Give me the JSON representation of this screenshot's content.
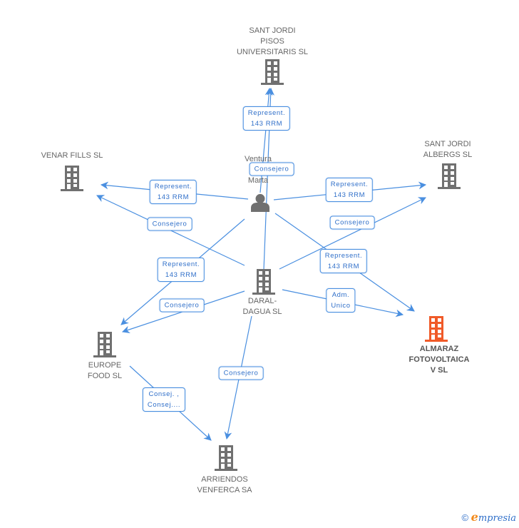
{
  "colors": {
    "edge": "#4a8fe0",
    "node": "#707070",
    "focus_node": "#f05a28",
    "label_text": "#666666"
  },
  "nodes": [
    {
      "id": "sant-jordi-pisos",
      "label": "SANT JORDI\nPISOS\nUNIVERSITARIS SL",
      "type": "company",
      "icon": "building-icon"
    },
    {
      "id": "venar-fills",
      "label": "VENAR FILLS SL",
      "type": "company",
      "icon": "building-icon"
    },
    {
      "id": "ventura",
      "label": "Ventura\nA...\nMarta",
      "type": "person",
      "icon": "person-icon"
    },
    {
      "id": "sant-jordi-albergs",
      "label": "SANT JORDI\nALBERGS SL",
      "type": "company",
      "icon": "building-icon"
    },
    {
      "id": "daral-dagua",
      "label": "DARAL-\nDAGUA SL",
      "type": "company",
      "icon": "building-icon"
    },
    {
      "id": "almaraz",
      "label": "ALMARAZ\nFOTOVOLTAICA\nV SL",
      "type": "company-focus",
      "icon": "building-icon"
    },
    {
      "id": "europe-food",
      "label": "EUROPE\nFOOD SL",
      "type": "company",
      "icon": "building-icon"
    },
    {
      "id": "arriendos",
      "label": "ARRIENDOS\nVENFERCA SA",
      "type": "company",
      "icon": "building-icon"
    }
  ],
  "edges": [
    {
      "from": "ventura",
      "to": "sant-jordi-pisos",
      "label": "Represent.\n143 RRM"
    },
    {
      "from": "daral-dagua",
      "to": "sant-jordi-pisos",
      "label": "Consejero"
    },
    {
      "from": "ventura",
      "to": "venar-fills",
      "label": "Represent.\n143 RRM"
    },
    {
      "from": "daral-dagua",
      "to": "venar-fills",
      "label": "Consejero"
    },
    {
      "from": "ventura",
      "to": "sant-jordi-albergs",
      "label": "Represent.\n143 RRM"
    },
    {
      "from": "daral-dagua",
      "to": "sant-jordi-albergs",
      "label": "Consejero"
    },
    {
      "from": "ventura",
      "to": "almaraz",
      "label": "Represent.\n143 RRM"
    },
    {
      "from": "daral-dagua",
      "to": "almaraz",
      "label": "Adm.\nUnico"
    },
    {
      "from": "ventura",
      "to": "europe-food",
      "label": "Represent.\n143 RRM"
    },
    {
      "from": "daral-dagua",
      "to": "europe-food",
      "label": "Consejero"
    },
    {
      "from": "europe-food",
      "to": "arriendos",
      "label": "Consej. ,\nConsej...."
    },
    {
      "from": "daral-dagua",
      "to": "arriendos",
      "label": "Consejero"
    }
  ],
  "footer": {
    "copyright_symbol": "©",
    "brand_initial": "e",
    "brand_rest": "mpresia"
  }
}
